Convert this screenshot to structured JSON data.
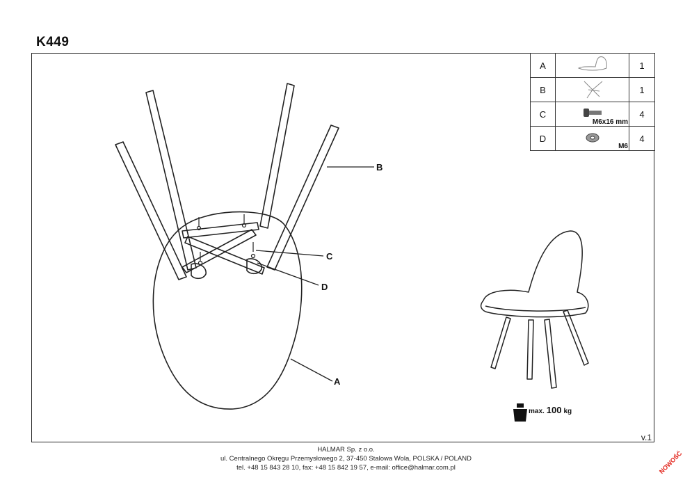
{
  "header": {
    "title": "K449"
  },
  "parts": [
    {
      "code": "A",
      "icon": "seat-shell-icon",
      "size": "",
      "qty": "1"
    },
    {
      "code": "B",
      "icon": "leg-base-icon",
      "size": "",
      "qty": "1"
    },
    {
      "code": "C",
      "icon": "bolt-icon",
      "size": "M6x16 mm",
      "qty": "4"
    },
    {
      "code": "D",
      "icon": "washer-icon",
      "size": "M6",
      "qty": "4"
    }
  ],
  "callouts": {
    "a": "A",
    "b": "B",
    "c": "C",
    "d": "D"
  },
  "max_load": {
    "prefix": "max.",
    "value": "100",
    "unit": "kg"
  },
  "version": "v.1",
  "footer": {
    "company": "HALMAR Sp. z o.o.",
    "address": "ul. Centralnego Okręgu Przemysłowego 2, 37-450 Stalowa Wola, POLSKA / POLAND",
    "contact": "tel. +48 15 843 28 10, fax: +48 15 842 19 57, e-mail: office@halmar.com.pl"
  },
  "stamp": "NOWOŚĆ",
  "colors": {
    "line": "#222222",
    "stamp": "#e2231a"
  }
}
